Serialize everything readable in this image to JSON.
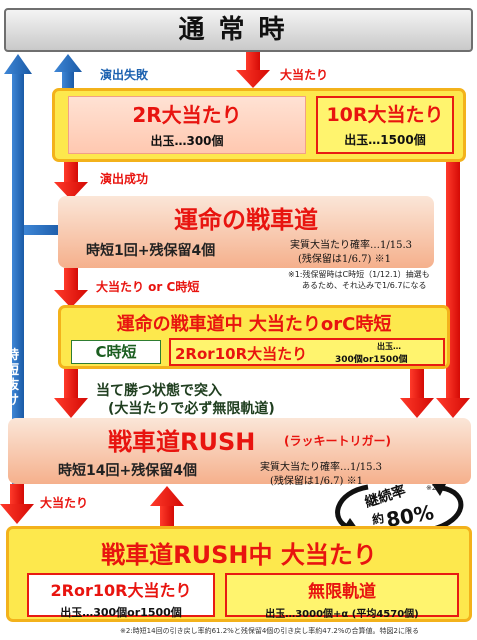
{
  "header": {
    "title": "通常時"
  },
  "arrows": {
    "fail": "演出失敗",
    "hit1": "大当たり",
    "success": "演出成功",
    "hit_or_c": "大当たり or C時短",
    "side": "時短抜け",
    "rush_hit": "大当たり"
  },
  "box1": {
    "left_title": "2R大当たり",
    "left_sub": "出玉…300個",
    "right_title": "10R大当たり",
    "right_sub": "出玉…1500個"
  },
  "box2": {
    "title": "運命の戦車道",
    "sub": "時短1回+残保留4個",
    "prob": "実質大当たり確率…1/15.3",
    "prob2": "(残保留は1/6.7) ※1"
  },
  "note1": {
    "line1": "※1:残保留時はC時短（1/12.1）抽選も",
    "line2": "あるため、それ込みで1/6.7になる"
  },
  "box3": {
    "title": "運命の戦車道中 大当たりorC時短",
    "c_label": "C時短",
    "hit_label": "2Ror10R大当たり",
    "payout_label": "出玉…",
    "payout_value": "300個or1500個"
  },
  "entry": {
    "line1": "当て勝つ状態で突入",
    "line2": "(大当たりで必ず無限軌道)"
  },
  "box4": {
    "title": "戦車道RUSH",
    "trigger": "(ラッキートリガー)",
    "sub": "時短14回+残保留4個",
    "prob": "実質大当たり確率…1/15.3",
    "prob2": "(残保留は1/6.7) ※1"
  },
  "continuation": {
    "label": "継続率",
    "mark": "※2",
    "value_prefix": "約",
    "value": "80%"
  },
  "box5": {
    "title": "戦車道RUSH中 大当たり",
    "left_title": "2Ror10R大当たり",
    "left_sub": "出玉…300個or1500個",
    "right_title": "無限軌道",
    "right_sub": "出玉…3000個+α (平均4570個)"
  },
  "footnote": {
    "text": "※2:時短14回の引き戻し率約61.2%と残保留4個の引き戻し率約47.2%の合算値。特図2に限る"
  },
  "colors": {
    "red": "#e8140f",
    "blue": "#1d62b0",
    "yellow": "#fde84d",
    "gold": "#f3b21b"
  }
}
